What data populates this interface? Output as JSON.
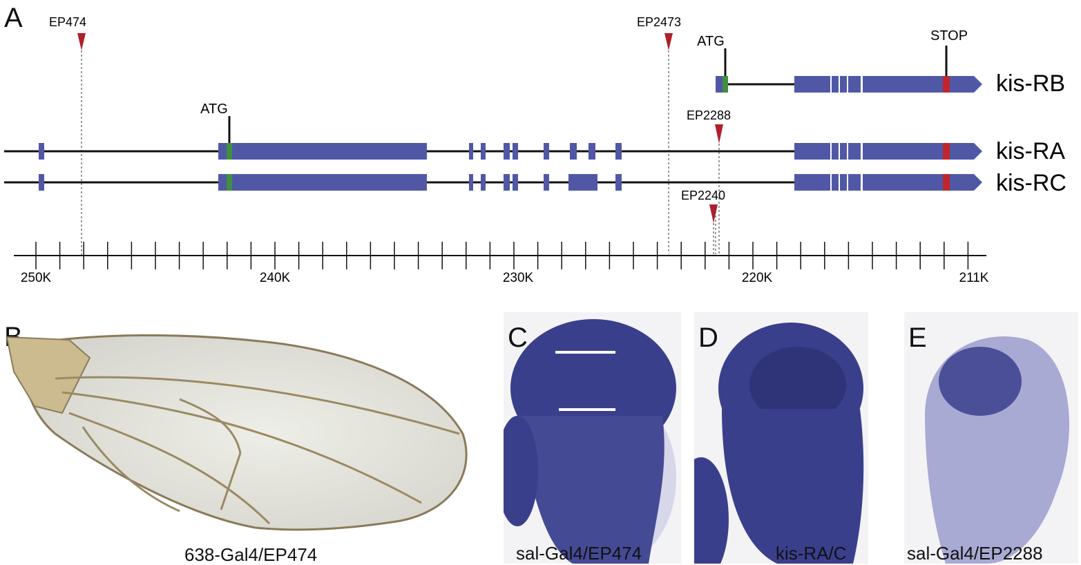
{
  "panels": {
    "a": "A",
    "b": "B",
    "c": "C",
    "d": "D",
    "e": "E"
  },
  "insertions": [
    "EP474",
    "EP2473",
    "EP2288",
    "EP2240"
  ],
  "transcripts": [
    "kis-RB",
    "kis-RA",
    "kis-RC"
  ],
  "codon_labels": {
    "start_rb": "ATG",
    "start_ra": "ATG",
    "stop": "STOP"
  },
  "axis": {
    "ticks": [
      "250K",
      "240K",
      "230K",
      "220K",
      "211K"
    ]
  },
  "captions": {
    "b": "638-Gal4/EP474",
    "c": "sal-Gal4/EP474",
    "d": "kis-RA/C",
    "e": "sal-Gal4/EP2288"
  },
  "colors": {
    "exon": "#5058a6",
    "start_codon": "#3f8f3f",
    "stop_codon": "#c0262d",
    "insertion_marker": "#b0202a",
    "stain": "#3a3f8c"
  }
}
